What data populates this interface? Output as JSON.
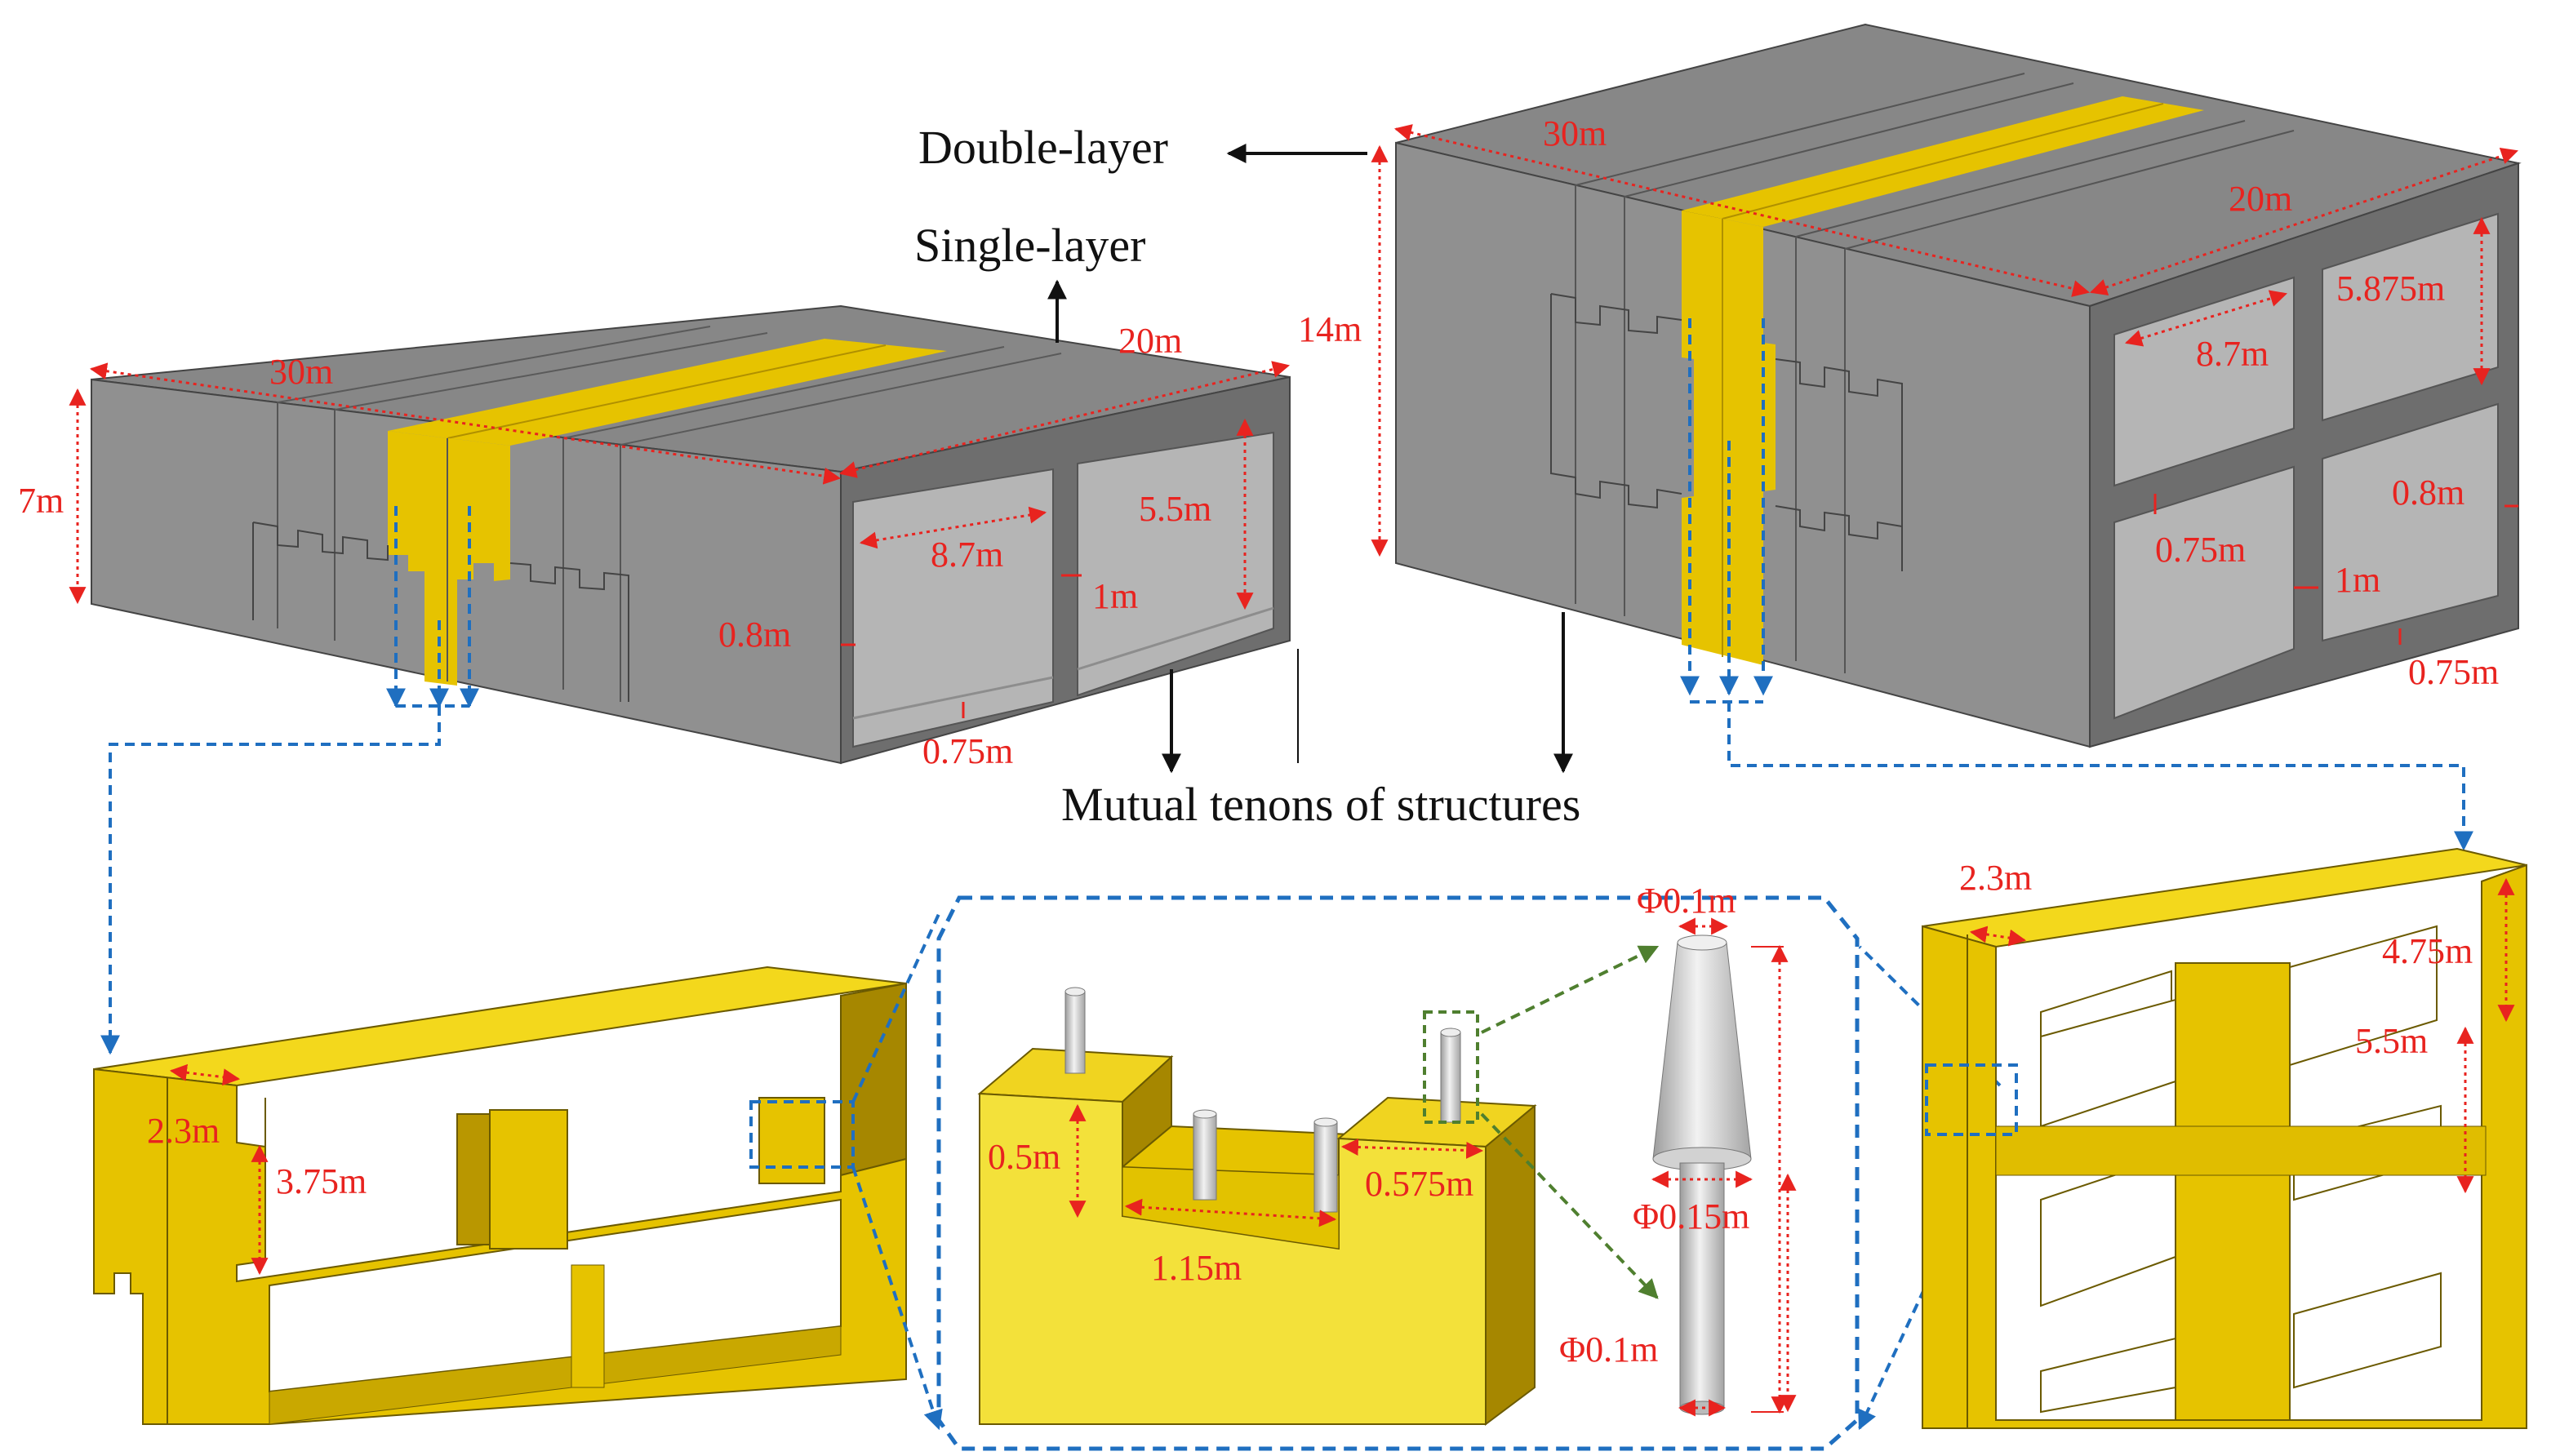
{
  "colors": {
    "concrete_top": "#878787",
    "concrete_front": "#8f8f8f",
    "concrete_side": "#6d6d6d",
    "cavity": "#b4b4b4",
    "segment_yellow": "#e6c300",
    "segment_yellow_light": "#f3d81c",
    "segment_yellow_dark": "#a68700",
    "dimension_red": "#e8231f",
    "leader_blue": "#1f6fc0",
    "leader_green": "#4f7f2f",
    "pin_grey": "#d9d9d9"
  },
  "labels": {
    "double_layer": "Double-layer",
    "single_layer": "Single-layer",
    "mutual_tenons": "Mutual tenons of structures"
  },
  "single_dims": {
    "length": "30m",
    "width": "20m",
    "height": "7m",
    "cell_width": "8.7m",
    "cell_height": "5.5m",
    "mid_wall": "1m",
    "side_wall": "0.8m",
    "slab": "0.75m"
  },
  "double_dims": {
    "length": "30m",
    "width": "20m",
    "height": "14m",
    "cell_width": "8.7m",
    "cell_height": "5.875m",
    "side_wall": "0.8m",
    "mid_slab": "0.75m",
    "mid_wall": "1m",
    "bottom_slab": "0.75m"
  },
  "single_section": {
    "flange": "2.3m",
    "tenon_height": "3.75m"
  },
  "double_section": {
    "flange": "2.3m",
    "upper_height": "4.75m",
    "lower_height": "5.5m"
  },
  "detail": {
    "depth": "0.5m",
    "slot_width": "1.15m",
    "shoulder": "0.575m"
  },
  "pin": {
    "top_dia": "Φ0.1m",
    "mid_dia": "Φ0.15m",
    "bottom_dia": "Φ0.1m"
  }
}
